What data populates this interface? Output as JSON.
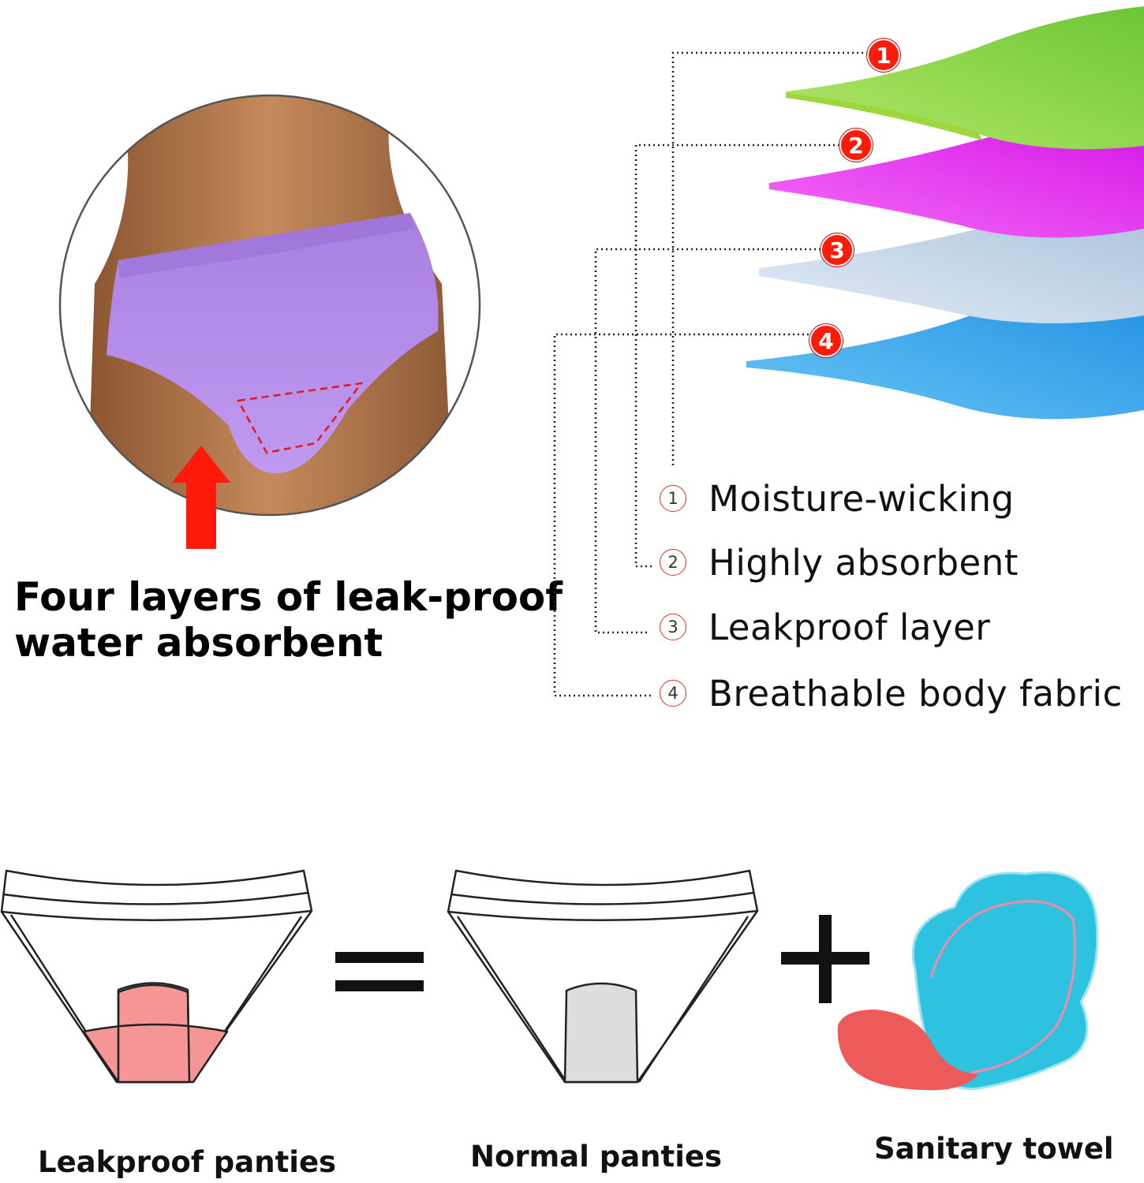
{
  "headline": {
    "line1": "Four layers of leak-proof",
    "line2": "water absorbent"
  },
  "layers": [
    {
      "number": "1",
      "label": "Moisture-wicking",
      "color": "#7cd23a"
    },
    {
      "number": "2",
      "label": "Highly absorbent",
      "color": "#e23cf0"
    },
    {
      "number": "3",
      "label": "Leakproof layer",
      "color": "#b9cde3"
    },
    {
      "number": "4",
      "label": "Breathable body fabric",
      "color": "#3aa6ea"
    }
  ],
  "comparison": {
    "left_label": "Leakproof panties",
    "middle_label": "Normal panties",
    "right_label": "Sanitary towel",
    "equals_symbol": "=",
    "plus_symbol": "+"
  },
  "colors": {
    "badge": "#ff1a0a",
    "arrow": "#ff1a0a",
    "panty_purple": "#b58be8",
    "leak_gusset": "#f69595",
    "normal_gusset": "#dddddd",
    "towel_blue": "#2cc2e0",
    "towel_red": "#ec5a5a"
  },
  "icons": [
    "photo-circle",
    "up-arrow-icon",
    "layer-stack",
    "equals-icon",
    "plus-icon",
    "sanitary-towel-icon"
  ]
}
